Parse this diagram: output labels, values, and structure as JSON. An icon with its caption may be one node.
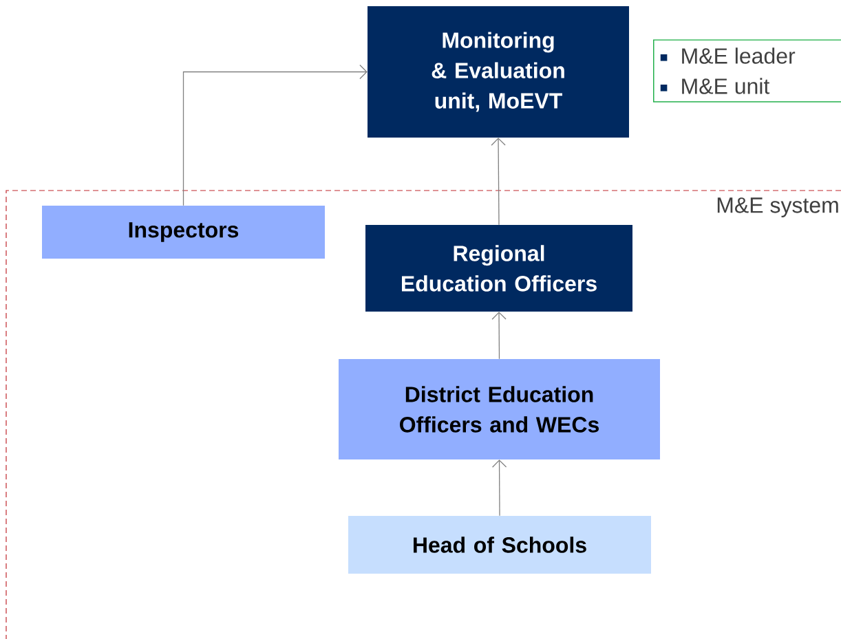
{
  "diagram": {
    "nodes": [
      {
        "text": [
          "Monitoring & Evaluation unit, MoEVT"
        ]
      },
      {
        "text": [
          "M&E leader",
          "M&E unit"
        ]
      },
      {
        "text": [
          "M&E system"
        ]
      },
      {
        "text": [
          "Inspectors"
        ],
        "in": 2
      },
      {
        "text": [
          "Regional Education Officers"
        ],
        "in": 2
      },
      {
        "text": [
          "District Education Officers and WECs"
        ],
        "in": 2
      },
      {
        "text": [
          "Head of Schools"
        ],
        "in": 2
      }
    ],
    "edges": [
      {
        "from": 3,
        "to": 0,
        "arrow": "to"
      },
      {
        "from": 4,
        "to": 0,
        "arrow": "to"
      },
      {
        "from": 5,
        "to": 4,
        "arrow": "to"
      },
      {
        "from": 6,
        "to": 5,
        "arrow": "to"
      }
    ]
  }
}
